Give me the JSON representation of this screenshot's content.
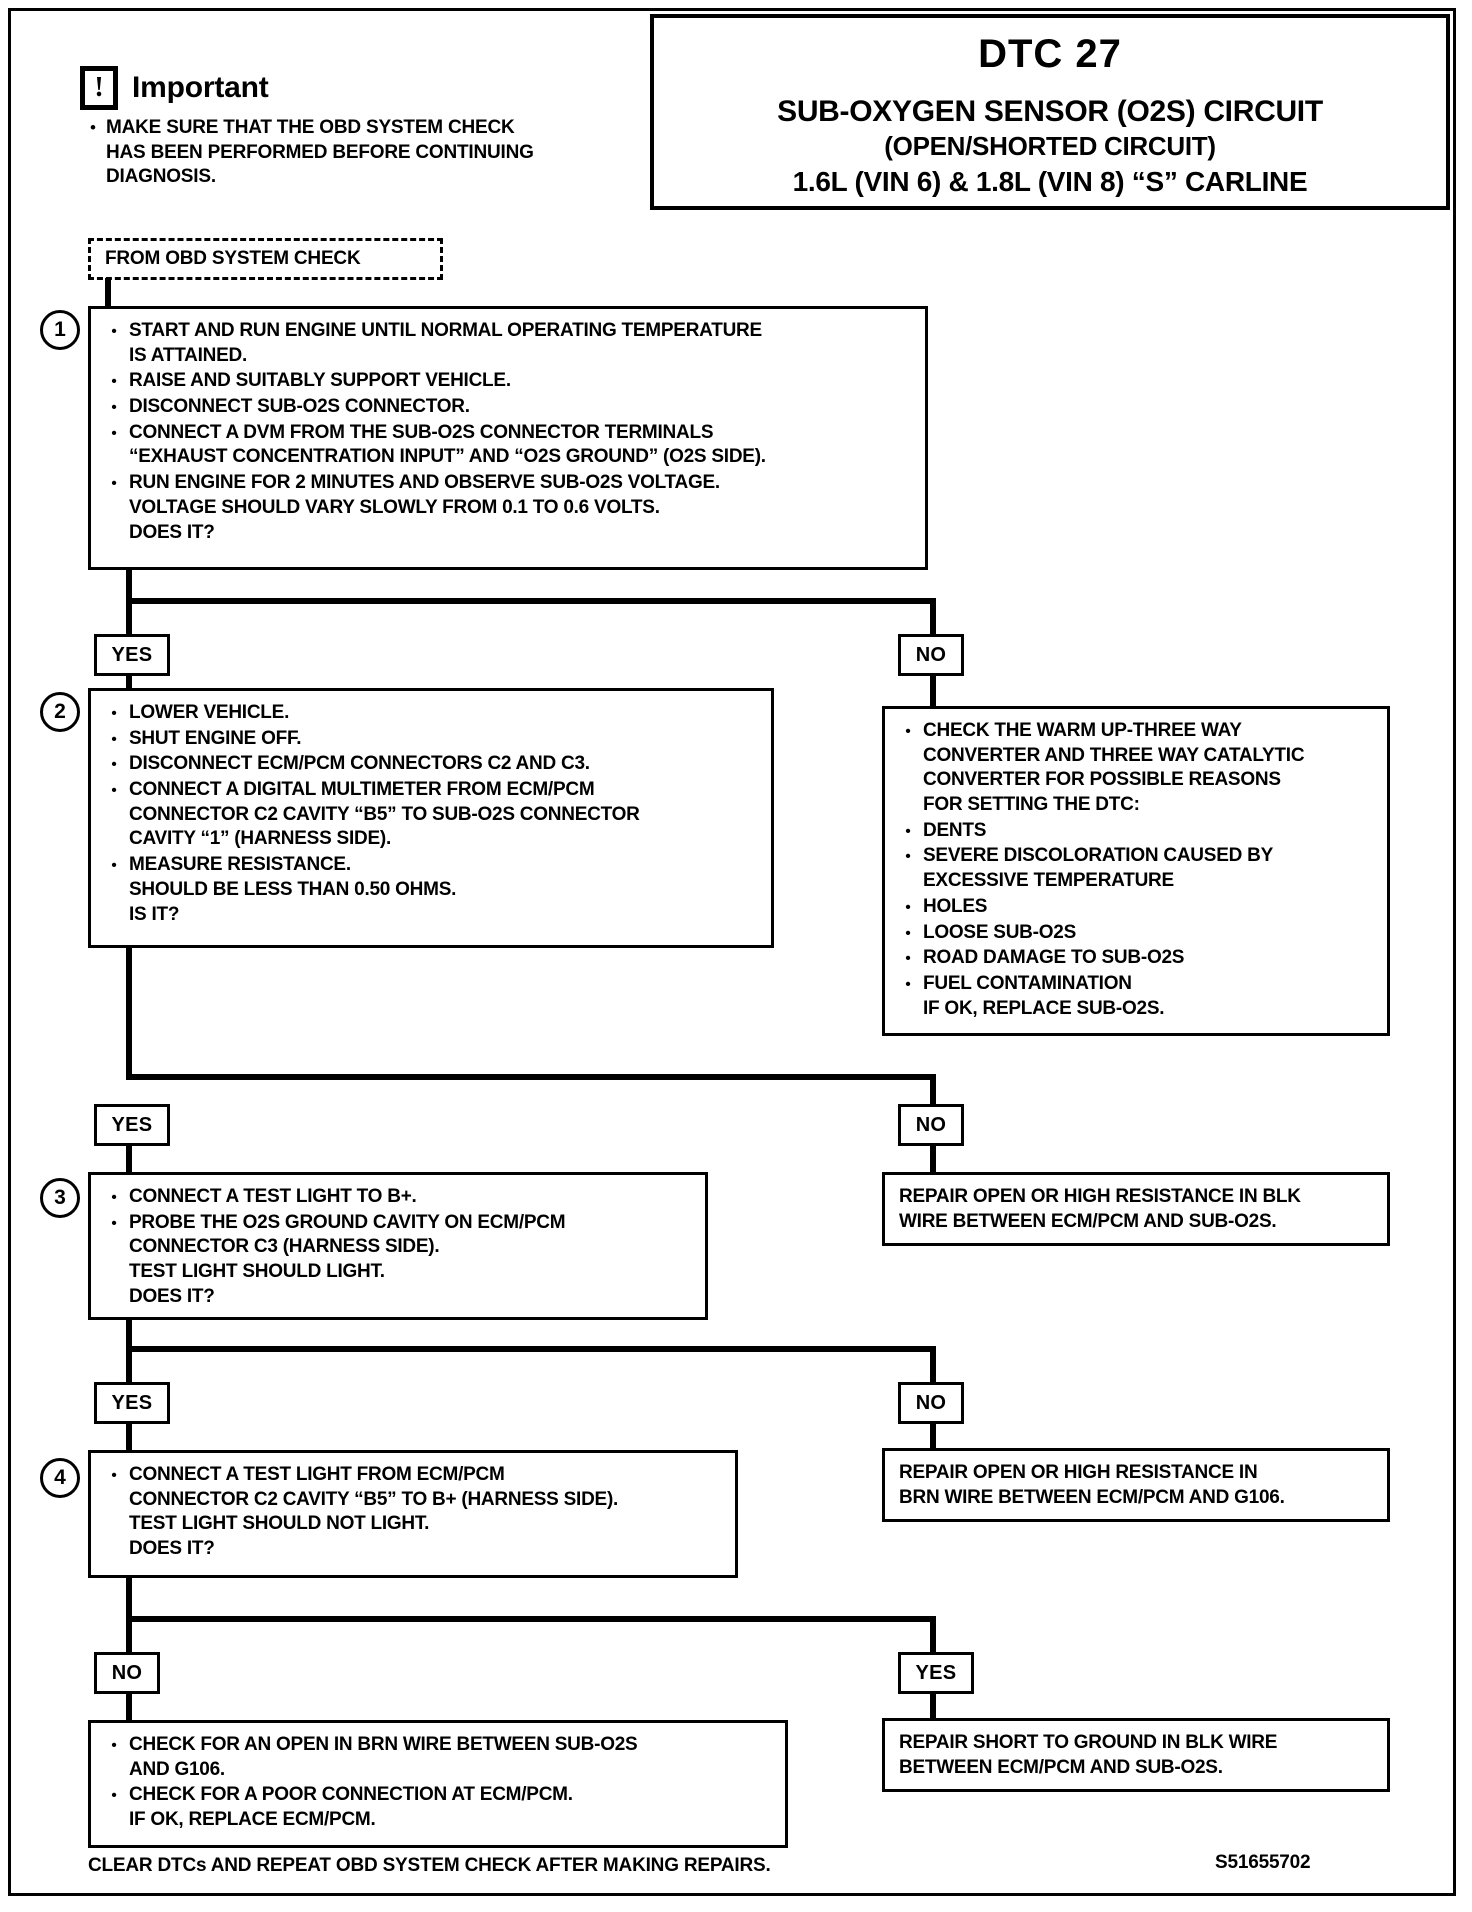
{
  "header": {
    "dtc": "DTC 27",
    "title_line1": "SUB-OXYGEN SENSOR (O2S) CIRCUIT",
    "title_line2": "(OPEN/SHORTED CIRCUIT)",
    "title_line3": "1.6L  (VIN 6) & 1.8L  (VIN 8) “S” CARLINE"
  },
  "important": {
    "icon": "exclamation-icon",
    "label": "Important",
    "bullet": "•",
    "text": "MAKE SURE THAT THE OBD SYSTEM CHECK\nHAS BEEN PERFORMED BEFORE CONTINUING\nDIAGNOSIS."
  },
  "entry": {
    "label": "FROM OBD SYSTEM CHECK"
  },
  "steps": {
    "s1": {
      "number": "1",
      "lines": [
        {
          "bullet": "•",
          "text": "START AND RUN ENGINE UNTIL NORMAL OPERATING TEMPERATURE\nIS ATTAINED."
        },
        {
          "bullet": "•",
          "text": "RAISE AND SUITABLY SUPPORT VEHICLE."
        },
        {
          "bullet": "•",
          "text": "DISCONNECT SUB-O2S CONNECTOR."
        },
        {
          "bullet": "•",
          "text": "CONNECT A DVM FROM THE SUB-O2S CONNECTOR TERMINALS\n“EXHAUST CONCENTRATION INPUT” AND “O2S GROUND” (O2S SIDE)."
        },
        {
          "bullet": "•",
          "text": "RUN ENGINE FOR 2 MINUTES AND OBSERVE SUB-O2S VOLTAGE.\nVOLTAGE SHOULD VARY SLOWLY FROM 0.1 TO 0.6 VOLTS.\nDOES IT?"
        }
      ]
    },
    "s2": {
      "number": "2",
      "lines": [
        {
          "bullet": "•",
          "text": "LOWER VEHICLE."
        },
        {
          "bullet": "•",
          "text": "SHUT ENGINE OFF."
        },
        {
          "bullet": "•",
          "text": "DISCONNECT ECM/PCM CONNECTORS C2 AND C3."
        },
        {
          "bullet": "•",
          "text": "CONNECT A DIGITAL MULTIMETER FROM ECM/PCM\nCONNECTOR C2 CAVITY “B5” TO SUB-O2S CONNECTOR\nCAVITY “1” (HARNESS SIDE)."
        },
        {
          "bullet": "•",
          "text": "MEASURE RESISTANCE.\nSHOULD BE LESS THAN 0.50 OHMS.\nIS IT?"
        }
      ]
    },
    "s3": {
      "number": "3",
      "lines": [
        {
          "bullet": "•",
          "text": "CONNECT A TEST LIGHT TO B+."
        },
        {
          "bullet": "•",
          "text": "PROBE THE O2S GROUND CAVITY ON ECM/PCM\nCONNECTOR C3 (HARNESS SIDE).\nTEST LIGHT SHOULD LIGHT.\nDOES IT?"
        }
      ]
    },
    "s4": {
      "number": "4",
      "lines": [
        {
          "bullet": "•",
          "text": "CONNECT A TEST LIGHT FROM ECM/PCM\nCONNECTOR C2 CAVITY “B5” TO B+ (HARNESS SIDE).\nTEST LIGHT SHOULD NOT LIGHT.\nDOES IT?"
        }
      ]
    }
  },
  "branches": {
    "yes1": "YES",
    "no1": "NO",
    "yes2": "YES",
    "no2": "NO",
    "yes3": "YES",
    "no3": "NO",
    "no4": "NO",
    "yes4": "YES"
  },
  "results": {
    "r_no1": {
      "lines": [
        {
          "bullet": "•",
          "text": "CHECK THE WARM UP-THREE WAY\nCONVERTER AND THREE WAY CATALYTIC\nCONVERTER FOR POSSIBLE REASONS\nFOR SETTING THE DTC:"
        },
        {
          "bullet": "•",
          "text": "DENTS"
        },
        {
          "bullet": "•",
          "text": "SEVERE DISCOLORATION CAUSED BY\nEXCESSIVE TEMPERATURE"
        },
        {
          "bullet": "•",
          "text": "HOLES"
        },
        {
          "bullet": "•",
          "text": "LOOSE SUB-O2S"
        },
        {
          "bullet": "•",
          "text": "ROAD DAMAGE TO SUB-O2S"
        },
        {
          "bullet": "•",
          "text": "FUEL CONTAMINATION\nIF OK, REPLACE SUB-O2S."
        }
      ]
    },
    "r_no2": {
      "text": "REPAIR OPEN OR HIGH RESISTANCE IN BLK\nWIRE BETWEEN ECM/PCM AND SUB-O2S."
    },
    "r_no3": {
      "text": "REPAIR OPEN OR HIGH RESISTANCE IN\nBRN WIRE BETWEEN ECM/PCM AND G106."
    },
    "r_yes4": {
      "text": "REPAIR SHORT TO GROUND IN BLK WIRE\nBETWEEN ECM/PCM AND SUB-O2S."
    },
    "r_no4": {
      "lines": [
        {
          "bullet": "•",
          "text": "CHECK FOR AN OPEN IN BRN WIRE BETWEEN SUB-O2S\nAND G106."
        },
        {
          "bullet": "•",
          "text": "CHECK FOR A POOR CONNECTION AT ECM/PCM.\nIF OK, REPLACE ECM/PCM."
        }
      ]
    }
  },
  "footer": {
    "note": "CLEAR DTCs AND REPEAT OBD SYSTEM CHECK AFTER MAKING REPAIRS.",
    "code": "S51655702"
  },
  "colors": {
    "ink": "#000000",
    "paper": "#ffffff"
  }
}
